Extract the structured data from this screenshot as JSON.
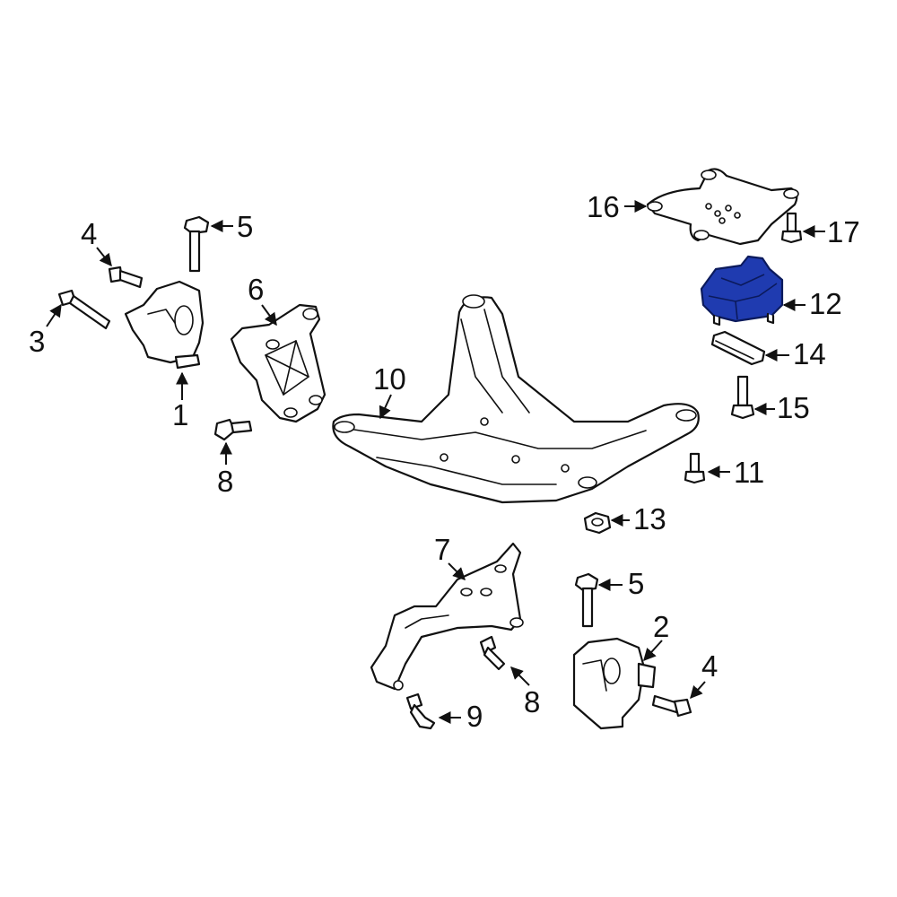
{
  "callouts": {
    "c1": "1",
    "c2": "2",
    "c3": "3",
    "c4a": "4",
    "c4b": "4",
    "c5a": "5",
    "c5b": "5",
    "c6": "6",
    "c7": "7",
    "c8a": "8",
    "c8b": "8",
    "c9": "9",
    "c10": "10",
    "c11": "11",
    "c12": "12",
    "c13": "13",
    "c14": "14",
    "c15": "15",
    "c16": "16",
    "c17": "17"
  },
  "colors": {
    "highlight": "#1f3bb0",
    "line": "#111111",
    "background": "#ffffff"
  },
  "highlighted_part": "12"
}
